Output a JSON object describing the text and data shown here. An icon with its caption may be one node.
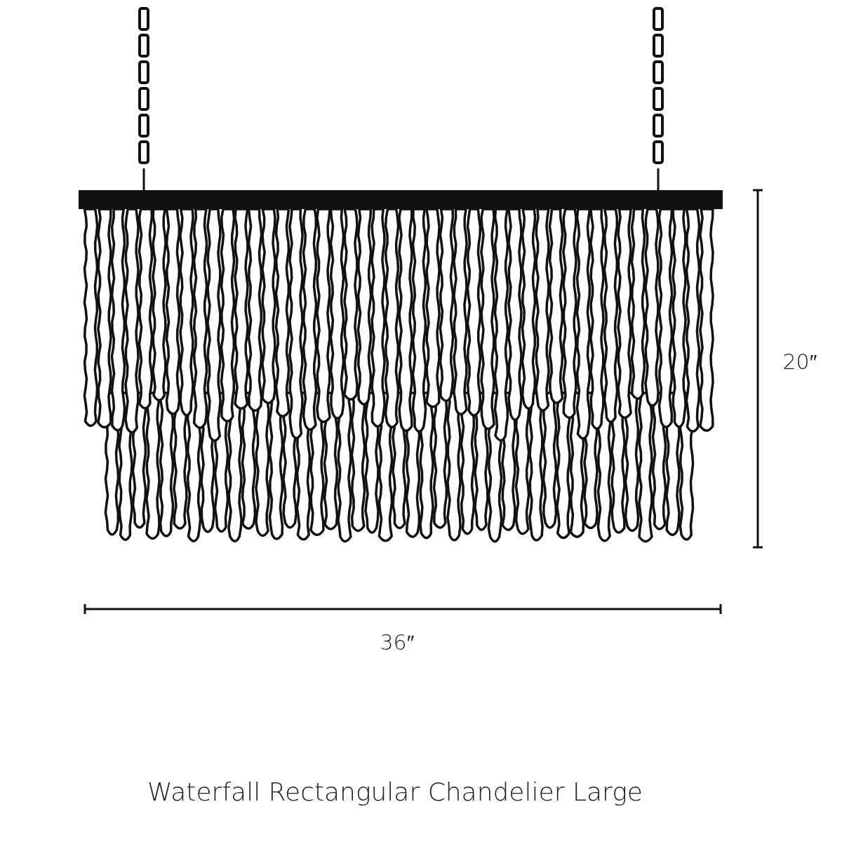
{
  "diagram": {
    "caption": "Waterfall Rectangular Chandelier Large",
    "labels": [
      "20″",
      "36″"
    ]
  }
}
